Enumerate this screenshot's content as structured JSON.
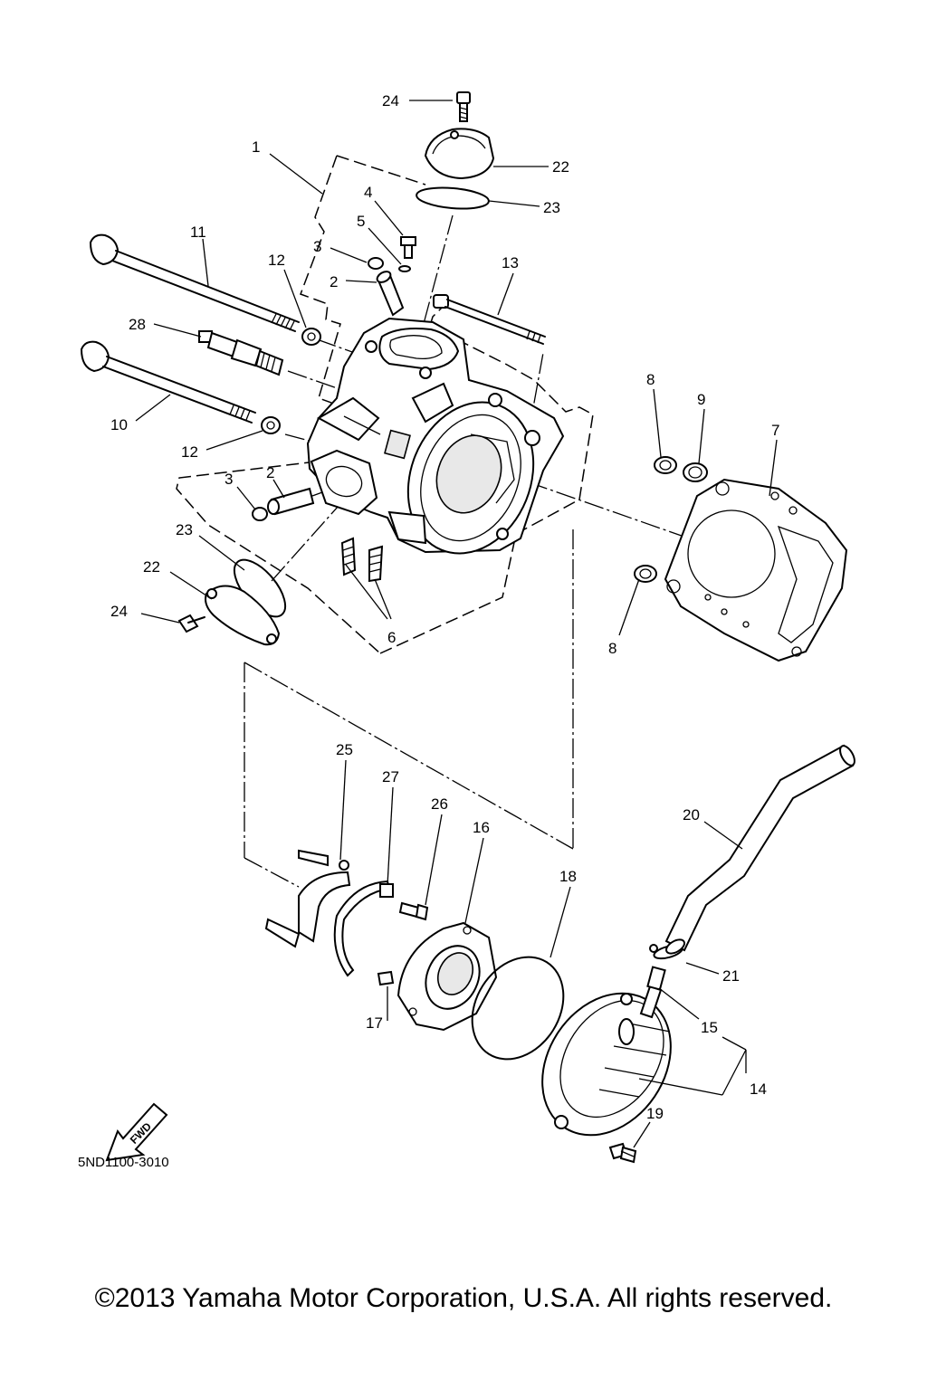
{
  "diagram": {
    "drawing_code": "5ND1100-3010",
    "fwd_label": "FWD",
    "callouts": [
      {
        "id": "c24a",
        "label": "24"
      },
      {
        "id": "c22a",
        "label": "22"
      },
      {
        "id": "c23a",
        "label": "23"
      },
      {
        "id": "c1",
        "label": "1"
      },
      {
        "id": "c4",
        "label": "4"
      },
      {
        "id": "c5",
        "label": "5"
      },
      {
        "id": "c3a",
        "label": "3"
      },
      {
        "id": "c2a",
        "label": "2"
      },
      {
        "id": "c11",
        "label": "11"
      },
      {
        "id": "c12a",
        "label": "12"
      },
      {
        "id": "c13",
        "label": "13"
      },
      {
        "id": "c28",
        "label": "28"
      },
      {
        "id": "c10",
        "label": "10"
      },
      {
        "id": "c12b",
        "label": "12"
      },
      {
        "id": "c3b",
        "label": "3"
      },
      {
        "id": "c2b",
        "label": "2"
      },
      {
        "id": "c23b",
        "label": "23"
      },
      {
        "id": "c22b",
        "label": "22"
      },
      {
        "id": "c24b",
        "label": "24"
      },
      {
        "id": "c6",
        "label": "6"
      },
      {
        "id": "c8a",
        "label": "8"
      },
      {
        "id": "c9",
        "label": "9"
      },
      {
        "id": "c7",
        "label": "7"
      },
      {
        "id": "c8b",
        "label": "8"
      },
      {
        "id": "c25",
        "label": "25"
      },
      {
        "id": "c27",
        "label": "27"
      },
      {
        "id": "c26",
        "label": "26"
      },
      {
        "id": "c16",
        "label": "16"
      },
      {
        "id": "c18",
        "label": "18"
      },
      {
        "id": "c20",
        "label": "20"
      },
      {
        "id": "c21",
        "label": "21"
      },
      {
        "id": "c15",
        "label": "15"
      },
      {
        "id": "c14",
        "label": "14"
      },
      {
        "id": "c17",
        "label": "17"
      },
      {
        "id": "c19",
        "label": "19"
      }
    ]
  },
  "footer": {
    "copyright": "©2013 Yamaha Motor Corporation, U.S.A. All rights reserved."
  }
}
